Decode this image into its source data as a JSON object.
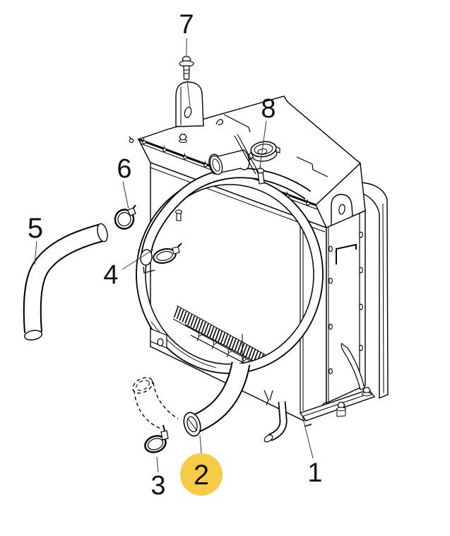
{
  "diagram": {
    "type": "exploded-parts-diagram",
    "subject": "radiator-assembly-with-hoses-and-clamps",
    "background": "#ffffff",
    "line_color": "#000000",
    "highlight": {
      "color": "#F6CC46",
      "highlighted_callout": "2"
    },
    "callouts": [
      {
        "id": "1",
        "label": "1",
        "part": "radiator-assembly",
        "highlighted": false
      },
      {
        "id": "2",
        "label": "2",
        "part": "lower-hose",
        "highlighted": true
      },
      {
        "id": "3",
        "label": "3",
        "part": "hose-clamp-lower",
        "highlighted": false
      },
      {
        "id": "4",
        "label": "4",
        "part": "upper-hose",
        "highlighted": false
      },
      {
        "id": "5",
        "label": "5",
        "part": "hose",
        "highlighted": false
      },
      {
        "id": "6",
        "label": "6",
        "part": "hose-clamp-upper",
        "highlighted": false
      },
      {
        "id": "7",
        "label": "7",
        "part": "flange-bolt",
        "highlighted": false
      },
      {
        "id": "8",
        "label": "8",
        "part": "radiator-cap",
        "highlighted": false
      }
    ]
  }
}
